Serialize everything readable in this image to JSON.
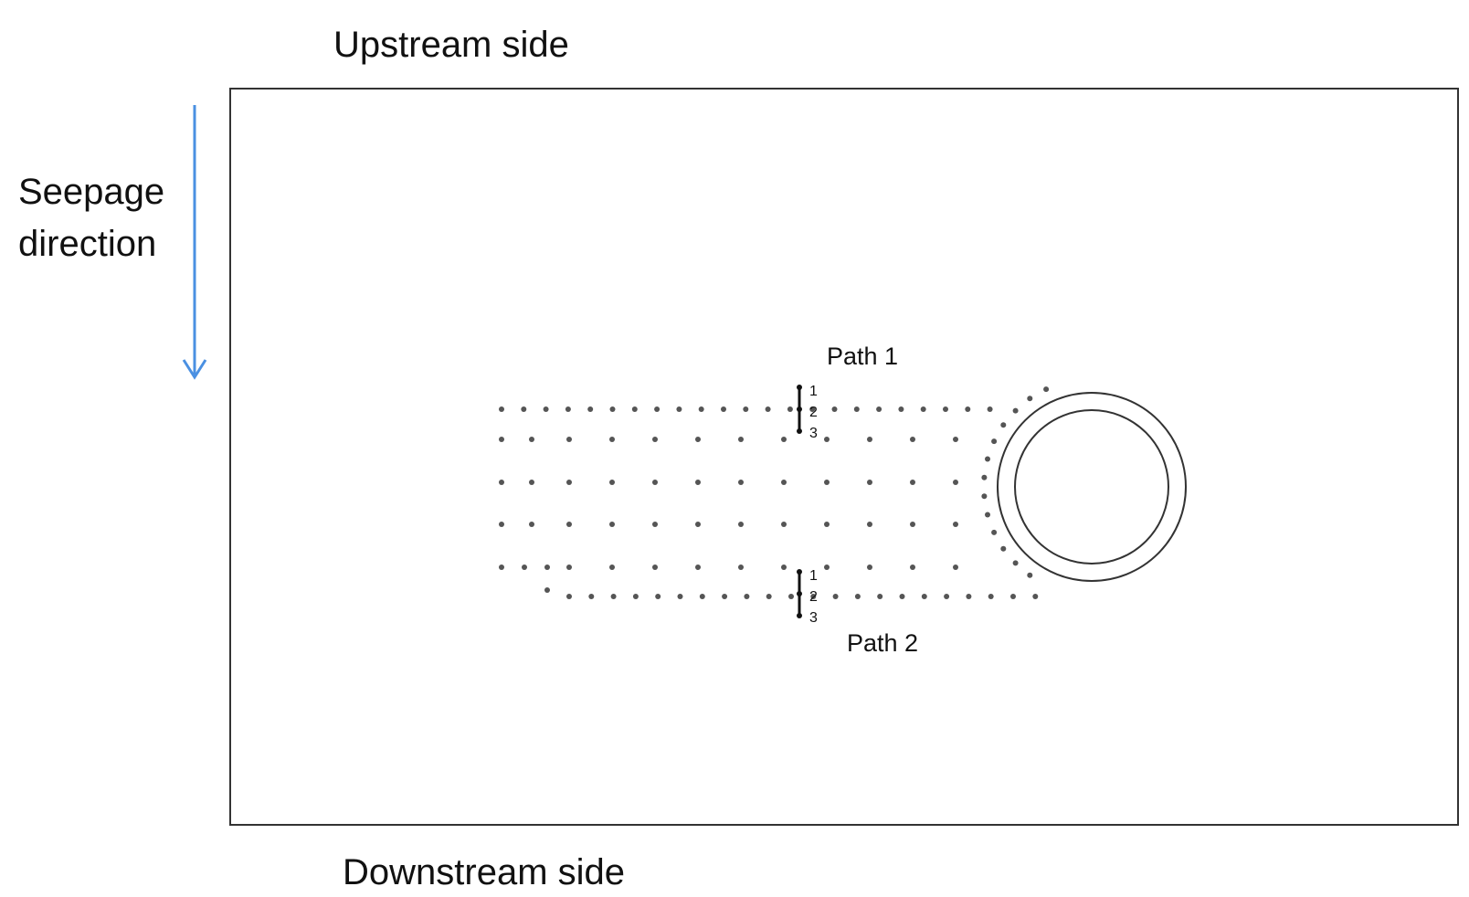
{
  "labels": {
    "upstream": "Upstream side",
    "downstream": "Downstream side",
    "seepage_line1": "Seepage",
    "seepage_line2": "direction",
    "path1": "Path 1",
    "path2": "Path 2"
  },
  "paths": [
    {
      "name": "Path 1",
      "points": [
        "1",
        "2",
        "3"
      ]
    },
    {
      "name": "Path 2",
      "points": [
        "1",
        "2",
        "3"
      ]
    }
  ],
  "colors": {
    "arrow": "#4a90e2",
    "line": "#333333",
    "dot": "#555555"
  }
}
